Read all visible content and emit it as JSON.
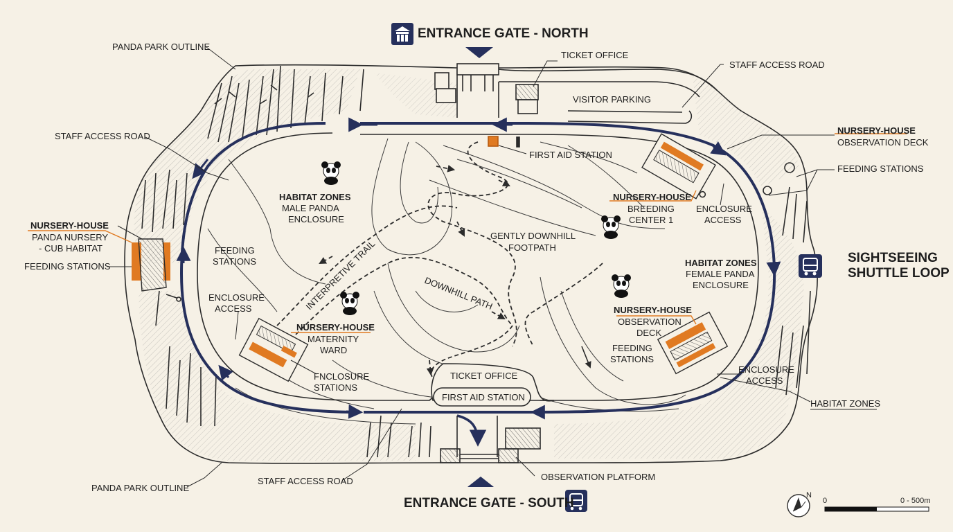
{
  "colors": {
    "background": "#f6f1e6",
    "shuttle_loop": "#26305c",
    "accent": "#e07a22",
    "ink": "#2b2b2b"
  },
  "labels": {
    "entrance_north": "ENTRANCE GATE - NORTH",
    "entrance_south": "ENTRANCE GATE - SOUTH",
    "park_outline_top": "PANDA PARK OUTLINE",
    "park_outline_bottom": "PANDA PARK OUTLINE",
    "ticket_office_top": "TICKET OFFICE",
    "ticket_office_bottom": "TICKET OFFICE",
    "staff_road_top_right": "STAFF ACCESS ROAD",
    "staff_road_left": "STAFF ACCESS ROAD",
    "staff_road_bottom": "STAFF ACCESS ROAD",
    "visitor_parking": "VISITOR PARKING",
    "first_aid_top": "FIRST AID STATION",
    "first_aid_bottom": "FIRST AID STATION",
    "nursery_obs_top_title": "NURSERY-HOUSE",
    "nursery_obs_top_sub": "OBSERVATION DECK",
    "feeding_right": "FEEDING STATIONS",
    "habitat_male_title": "HABITAT ZONES",
    "habitat_male_sub1": "MALE PANDA",
    "habitat_male_sub2": "ENCLOSURE",
    "nursery_breeding_title": "NURSERY-HOUSE",
    "nursery_breeding_sub1": "BREEDING",
    "nursery_breeding_sub2": "CENTER 1",
    "enclosure_access_right1": "ENCLOSURE",
    "enclosure_access_right2": "ACCESS",
    "nursery_cub_title": "NURSERY-HOUSE",
    "nursery_cub_sub1": "PANDA NURSERY",
    "nursery_cub_sub2": "- CUB HABITAT",
    "feeding_left": "FEEDING STATIONS",
    "feeding_inner1": "FEEDING",
    "feeding_inner2": "STATIONS",
    "gentle_path1": "GENTLY DOWNHILL",
    "gentle_path2": "FOOTPATH",
    "shuttle_title1": "SIGHTSEEING",
    "shuttle_title2": "SHUTTLE LOOP",
    "habitat_female_title": "HABITAT ZONES",
    "habitat_female_sub1": "FEMALE PANDA",
    "habitat_female_sub2": "ENCLOSURE",
    "interpretive_trail": "INTERPRETIVE TRAIL",
    "downhill_path": "DOWNHILL PATH",
    "enclosure_access_left1": "ENCLOSURE",
    "enclosure_access_left2": "ACCESS",
    "nursery_maternity_title": "NURSERY-HOUSE",
    "nursery_maternity_sub1": "MATERNITY",
    "nursery_maternity_sub2": "WARD",
    "nursery_obs_right_title": "NURSERY-HOUSE",
    "nursery_obs_right_sub1": "OBSERVATION",
    "nursery_obs_right_sub2": "DECK",
    "feeding_lower_right1": "FEEDING",
    "feeding_lower_right2": "STATIONS",
    "fnclosure1": "FNCLOSURE",
    "fnclosure2": "STATIONS",
    "enclosure_access_lower1": "ENCLOSURE",
    "enclosure_access_lower2": "ACCESS",
    "habitat_zones_right": "HABITAT ZONES",
    "observation_platform": "OBSERVATION PLATFORM",
    "scale_zero": "0",
    "scale_end": "0 - 500m",
    "compass_n": "N"
  },
  "icons": [
    "gate-icon",
    "bus-icon",
    "panda-icon",
    "compass-icon"
  ]
}
